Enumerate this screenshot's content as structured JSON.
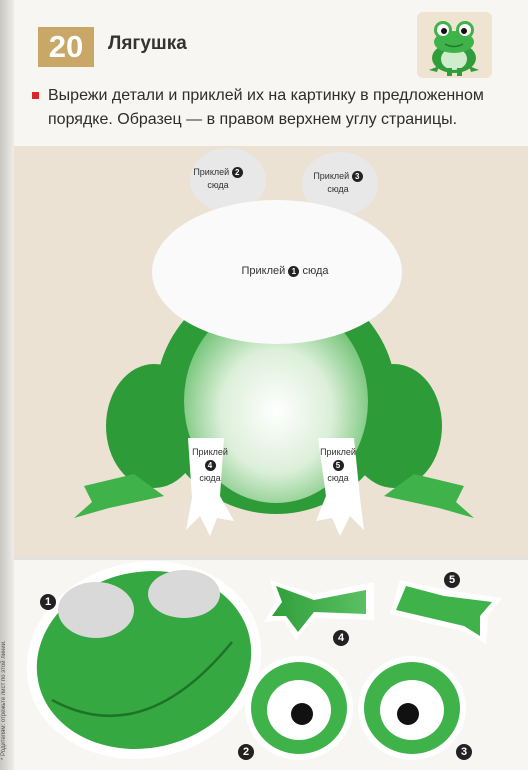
{
  "header": {
    "number": "20",
    "title": "Лягушка"
  },
  "instruction": "Вырежи детали и приклей их на картинку в предложенном порядке. Образец — в правом верхнем углу страницы.",
  "placeholders": [
    {
      "prefix": "Приклей",
      "num": "1",
      "suffix": "сюда"
    },
    {
      "prefix": "Приклей",
      "num": "2",
      "suffix": "сюда"
    },
    {
      "prefix": "Приклей",
      "num": "3",
      "suffix": "сюда"
    },
    {
      "prefix": "Приклей",
      "num": "4",
      "suffix": "сюда"
    },
    {
      "prefix": "Приклей",
      "num": "5",
      "suffix": "сюда"
    }
  ],
  "cutout_numbers": [
    "1",
    "2",
    "3",
    "4",
    "5"
  ],
  "side_note": "* Родителям: отрежьте лист по этой линии.",
  "colors": {
    "frog_green": "#2f9e3a",
    "light_green": "#8fd38f",
    "belly": "#dfeedb",
    "beige": "#ece2d3",
    "badge": "#c9a767",
    "bullet": "#d9262b"
  }
}
